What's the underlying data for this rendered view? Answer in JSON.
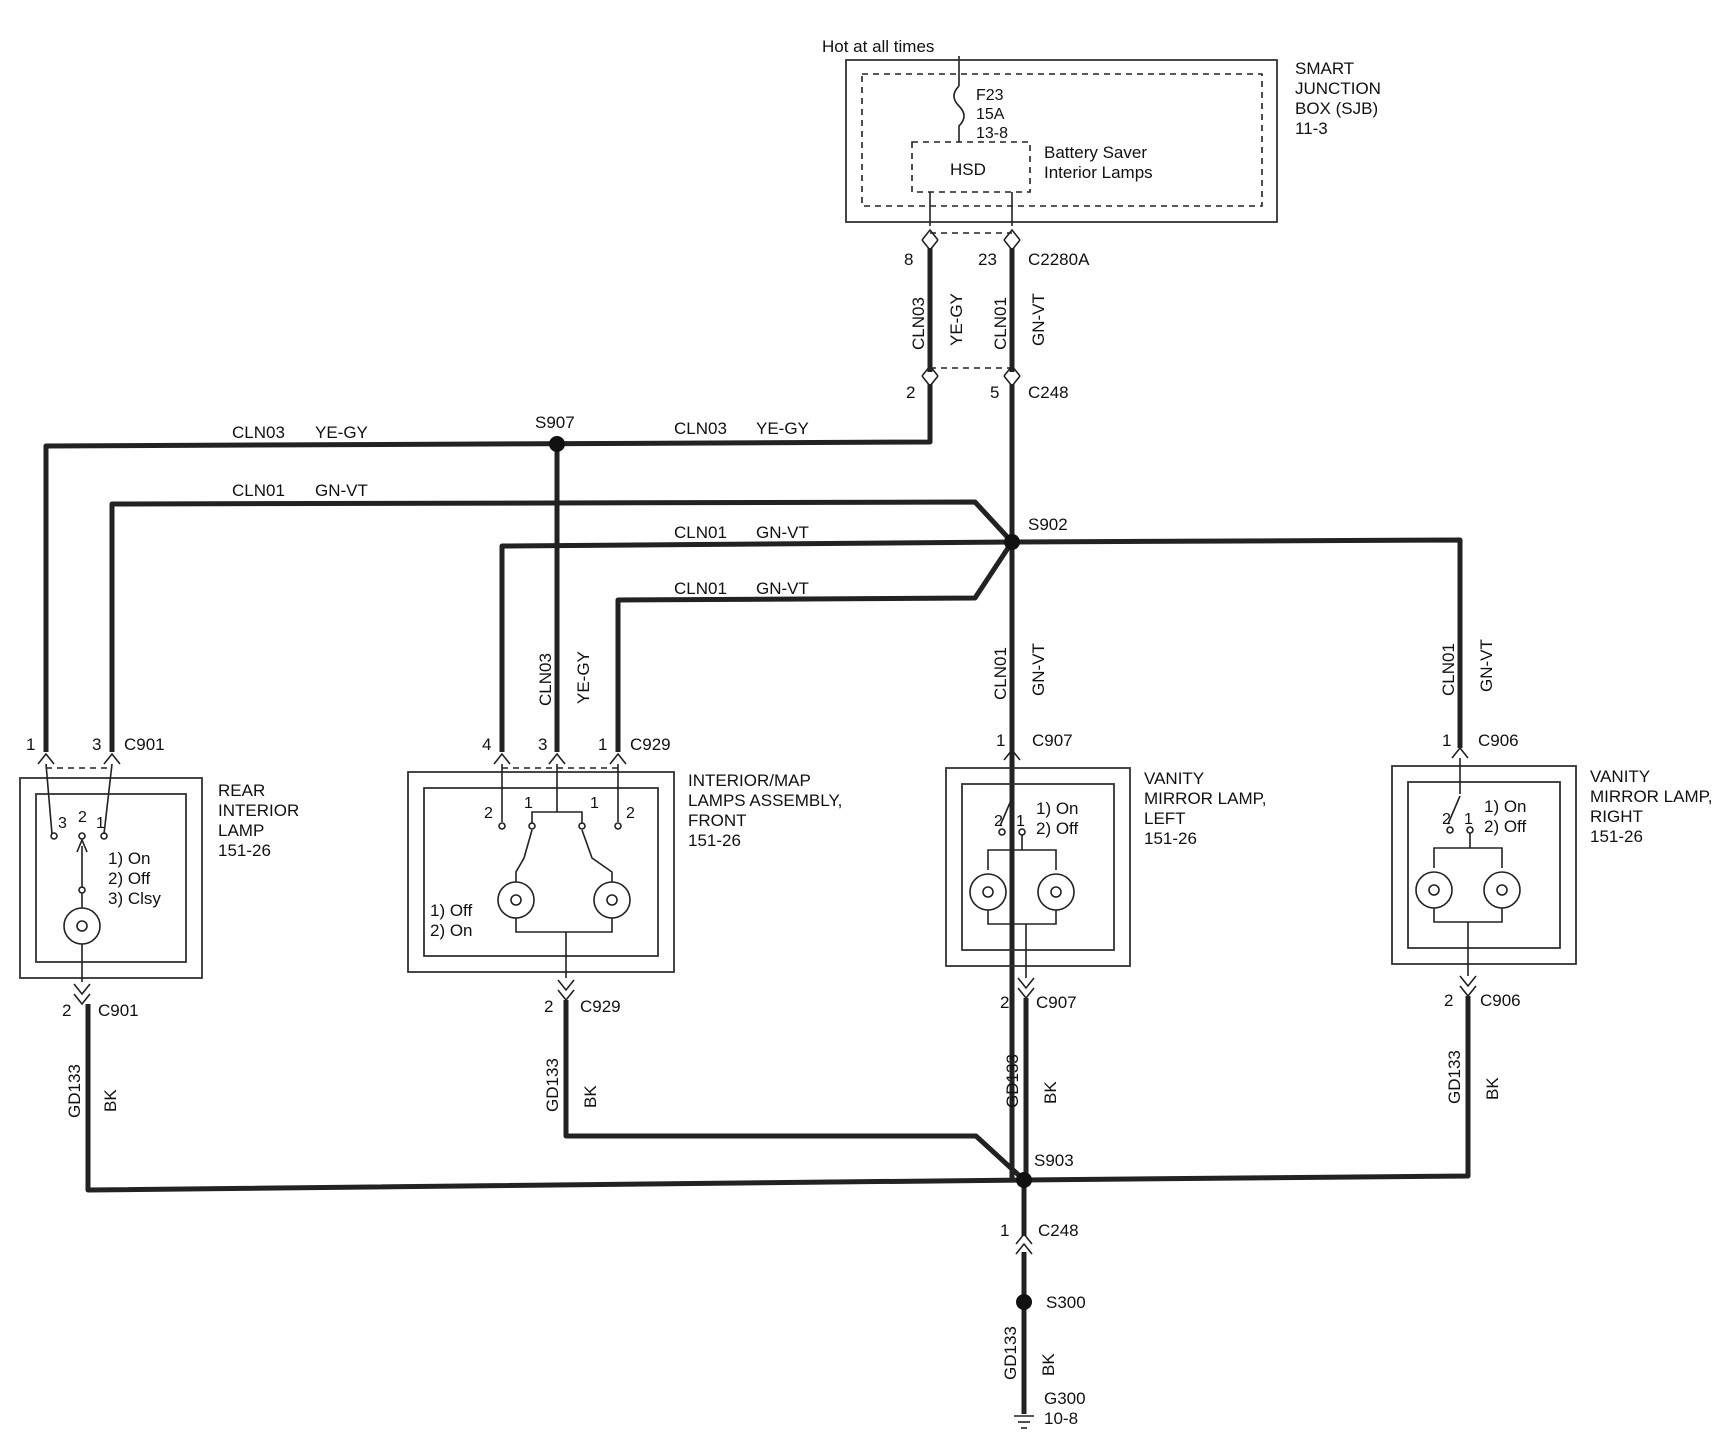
{
  "power": {
    "label": "Hot at all times"
  },
  "sjb": {
    "title": [
      "SMART",
      "JUNCTION",
      "BOX (SJB)",
      "11-3"
    ],
    "fuse": [
      "F23",
      "15A",
      "13-8"
    ],
    "hsd": "HSD",
    "note": [
      "Battery Saver",
      "Interior Lamps"
    ]
  },
  "connectors": {
    "c2280a": {
      "pin_a": "8",
      "pin_b": "23",
      "name": "C2280A"
    },
    "c248_top": {
      "pin_a": "2",
      "pin_b": "5",
      "name": "C248"
    },
    "c901_top": {
      "pin_a": "1",
      "pin_b": "3",
      "name": "C901"
    },
    "c929_top": {
      "pin_a": "4",
      "pin_b": "3",
      "pin_c": "1",
      "name": "C929"
    },
    "c907_top": {
      "pin": "1",
      "name": "C907"
    },
    "c906_top": {
      "pin": "1",
      "name": "C906"
    },
    "c901_bot": {
      "pin": "2",
      "name": "C901"
    },
    "c929_bot": {
      "pin": "2",
      "name": "C929"
    },
    "c907_bot": {
      "pin": "2",
      "name": "C907"
    },
    "c906_bot": {
      "pin": "2",
      "name": "C906"
    },
    "c248_bot": {
      "pin": "1",
      "name": "C248"
    }
  },
  "wires": {
    "cln03": "CLN03",
    "ye_gy": "YE-GY",
    "cln01": "CLN01",
    "gn_vt": "GN-VT",
    "gd133": "GD133",
    "bk": "BK"
  },
  "splices": {
    "s907": "S907",
    "s902": "S902",
    "s903": "S903",
    "s300": "S300"
  },
  "ground": {
    "name": "G300",
    "ref": "10-8"
  },
  "components": {
    "rear": {
      "name": [
        "REAR",
        "INTERIOR",
        "LAMP",
        "151-26"
      ],
      "switch_pins": [
        "3",
        "2",
        "1"
      ],
      "positions": [
        "1) On",
        "2) Off",
        "3) Clsy"
      ]
    },
    "front": {
      "name": [
        "INTERIOR/MAP",
        "LAMPS ASSEMBLY,",
        "FRONT",
        "151-26"
      ],
      "switch_pins": [
        "2",
        "1",
        "1",
        "2"
      ],
      "positions": [
        "1) Off",
        "2) On"
      ]
    },
    "vanity_left": {
      "name": [
        "VANITY",
        "MIRROR LAMP,",
        "LEFT",
        "151-26"
      ],
      "switch_pins": [
        "2",
        "1"
      ],
      "positions": [
        "1) On",
        "2) Off"
      ]
    },
    "vanity_right": {
      "name": [
        "VANITY",
        "MIRROR LAMP,",
        "RIGHT",
        "151-26"
      ],
      "switch_pins": [
        "2",
        "1"
      ],
      "positions": [
        "1) On",
        "2) Off"
      ]
    }
  }
}
